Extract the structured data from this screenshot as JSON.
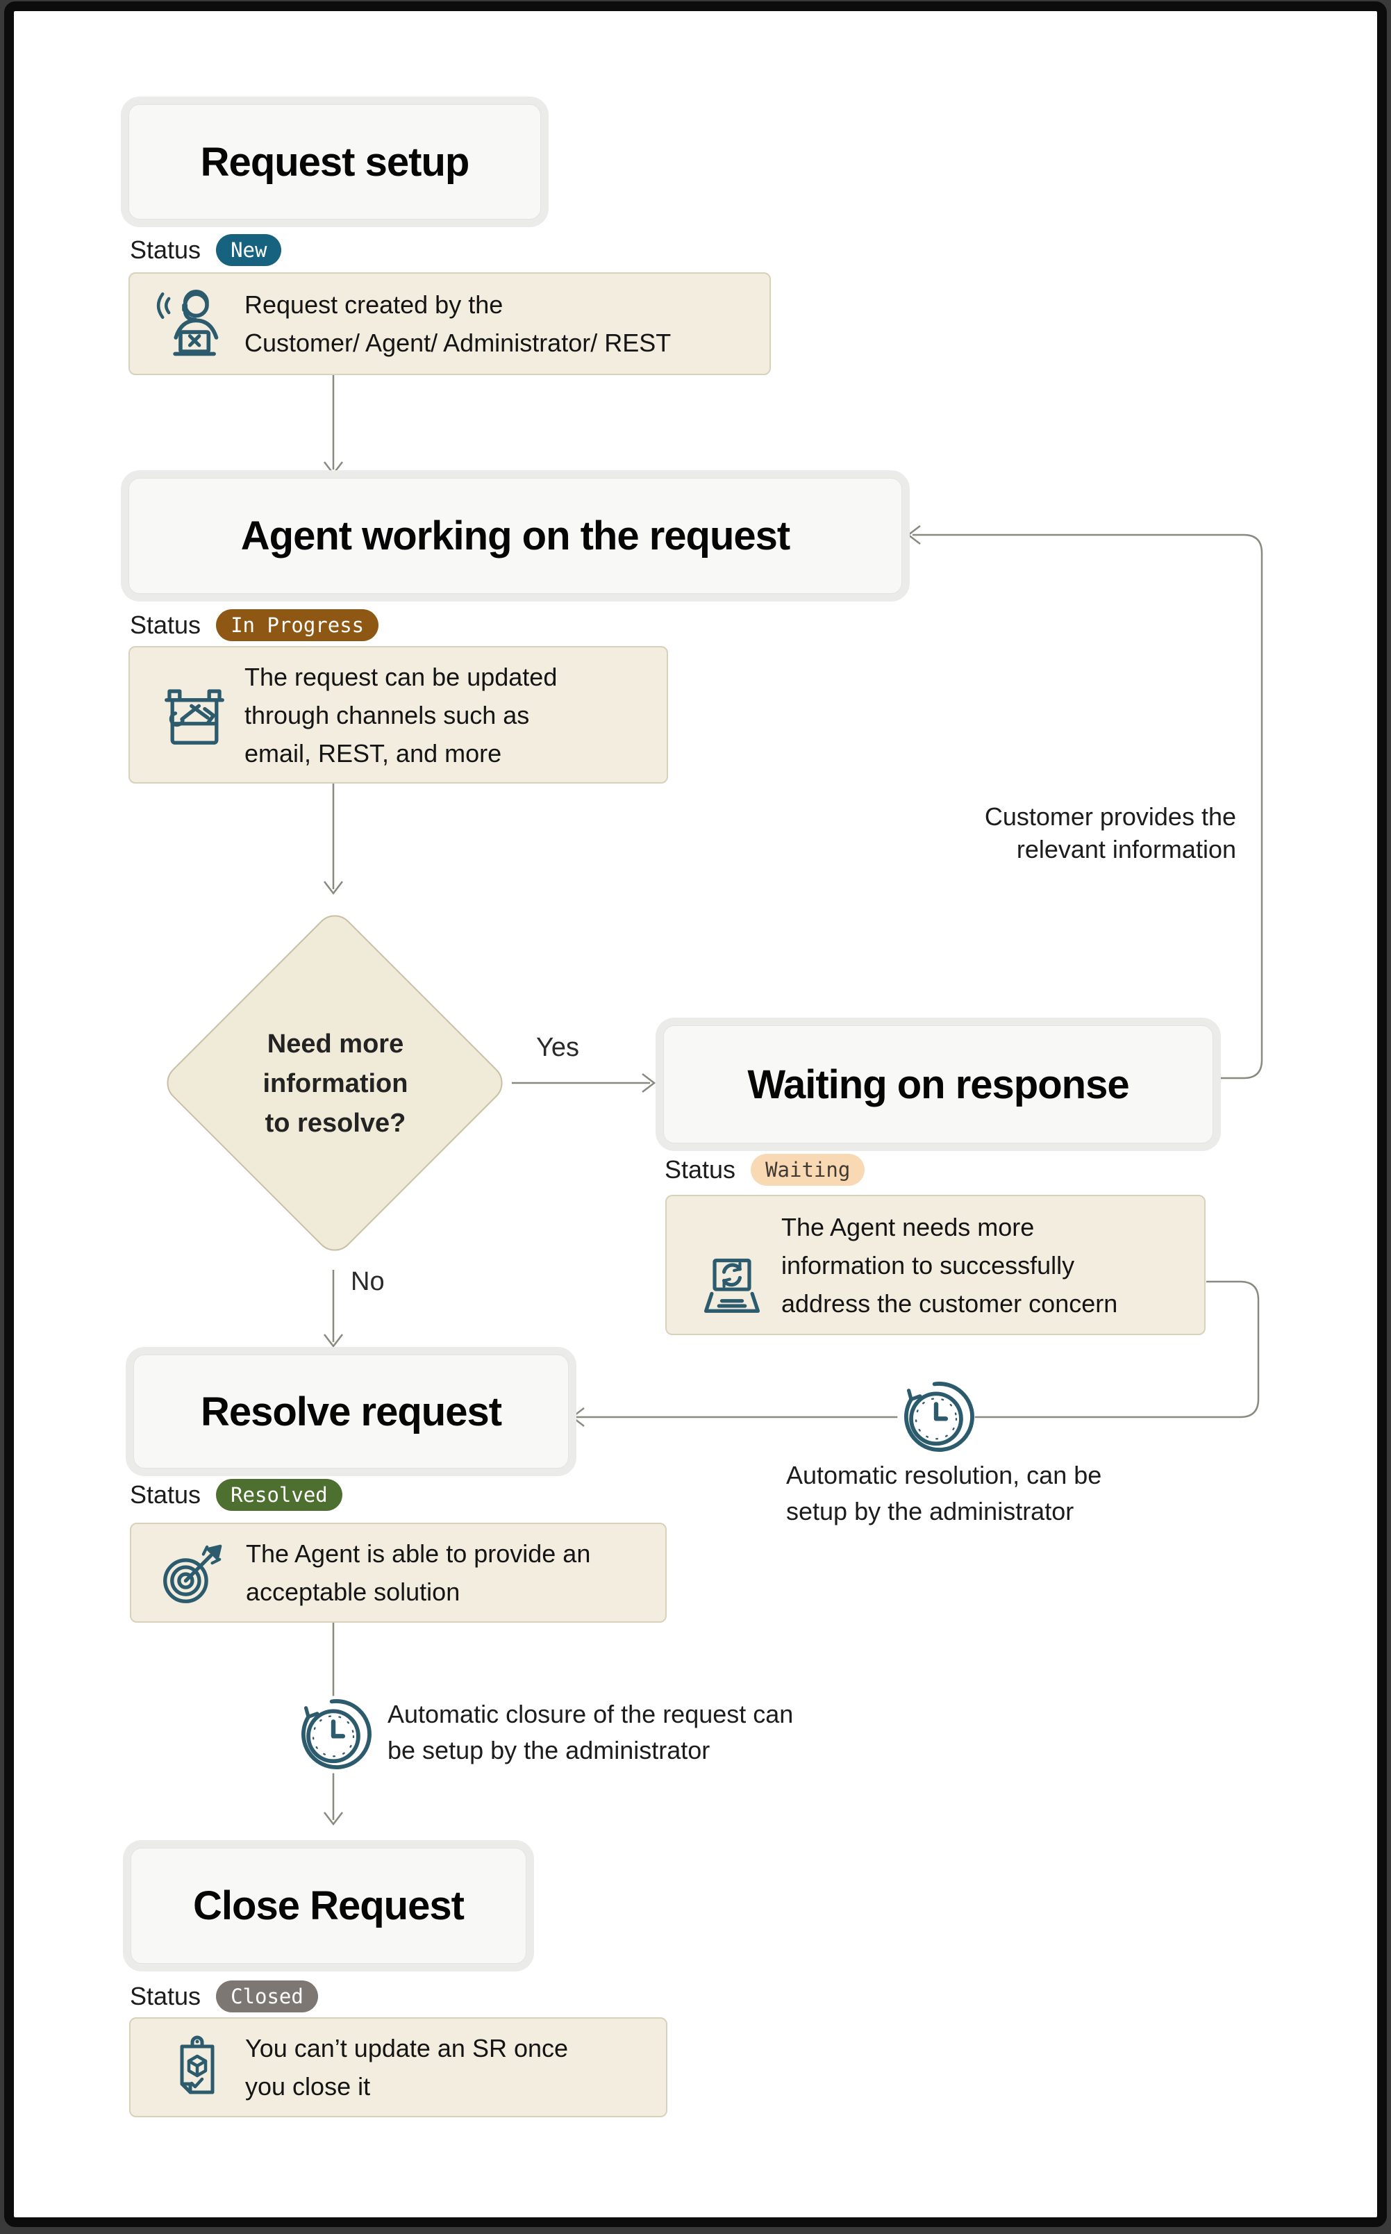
{
  "colors": {
    "icon": "#2c5b6e",
    "connector": "#8a897f",
    "note_bg": "#f2edde",
    "note_border": "#d8d1bb",
    "diamond_bg": "#f0ead8",
    "diamond_border": "#c8bfa4",
    "title_bg": "#f8f8f7",
    "title_halo": "#ebebe9"
  },
  "nodes": [
    {
      "id": "request-setup",
      "title": "Request setup",
      "status_label": "Status",
      "status": "New",
      "status_bg": "#17637f",
      "status_fg": "#ffffff",
      "note_icon": "agent-headset-icon",
      "note_lines": [
        "Request created by the",
        "Customer/ Agent/ Administrator/ REST"
      ]
    },
    {
      "id": "agent-working",
      "title": "Agent working on the request",
      "status_label": "Status",
      "status": "In Progress",
      "status_bg": "#8e5713",
      "status_fg": "#ffffff",
      "note_icon": "toolbox-icon",
      "note_lines": [
        "The request can be updated",
        "through channels such as",
        "email, REST, and more"
      ]
    },
    {
      "id": "waiting-on-response",
      "title": "Waiting on response",
      "status_label": "Status",
      "status": "Waiting",
      "status_bg": "#f9d9b3",
      "status_fg": "#3f3a33",
      "note_icon": "laptop-sync-icon",
      "note_lines": [
        "The Agent needs more",
        "information to successfully",
        "address the customer concern"
      ]
    },
    {
      "id": "resolve-request",
      "title": "Resolve request",
      "status_label": "Status",
      "status": "Resolved",
      "status_bg": "#4d7030",
      "status_fg": "#ffffff",
      "note_icon": "target-icon",
      "note_lines": [
        "The Agent is able to provide an",
        "acceptable solution"
      ]
    },
    {
      "id": "close-request",
      "title": "Close Request",
      "status_label": "Status",
      "status": "Closed",
      "status_bg": "#7c7772",
      "status_fg": "#ffffff",
      "note_icon": "clipboard-check-icon",
      "note_lines": [
        "You can’t update an SR once",
        "you close it"
      ]
    }
  ],
  "decision": {
    "lines": [
      "Need more",
      "information",
      "to resolve?"
    ],
    "yes_label": "Yes",
    "no_label": "No"
  },
  "annotations": {
    "customer_provides": [
      "Customer provides the",
      "relevant information"
    ],
    "auto_resolution": [
      "Automatic resolution, can be",
      "setup by the administrator"
    ],
    "auto_closure": [
      "Automatic closure of the request can",
      "be setup by the administrator"
    ]
  }
}
